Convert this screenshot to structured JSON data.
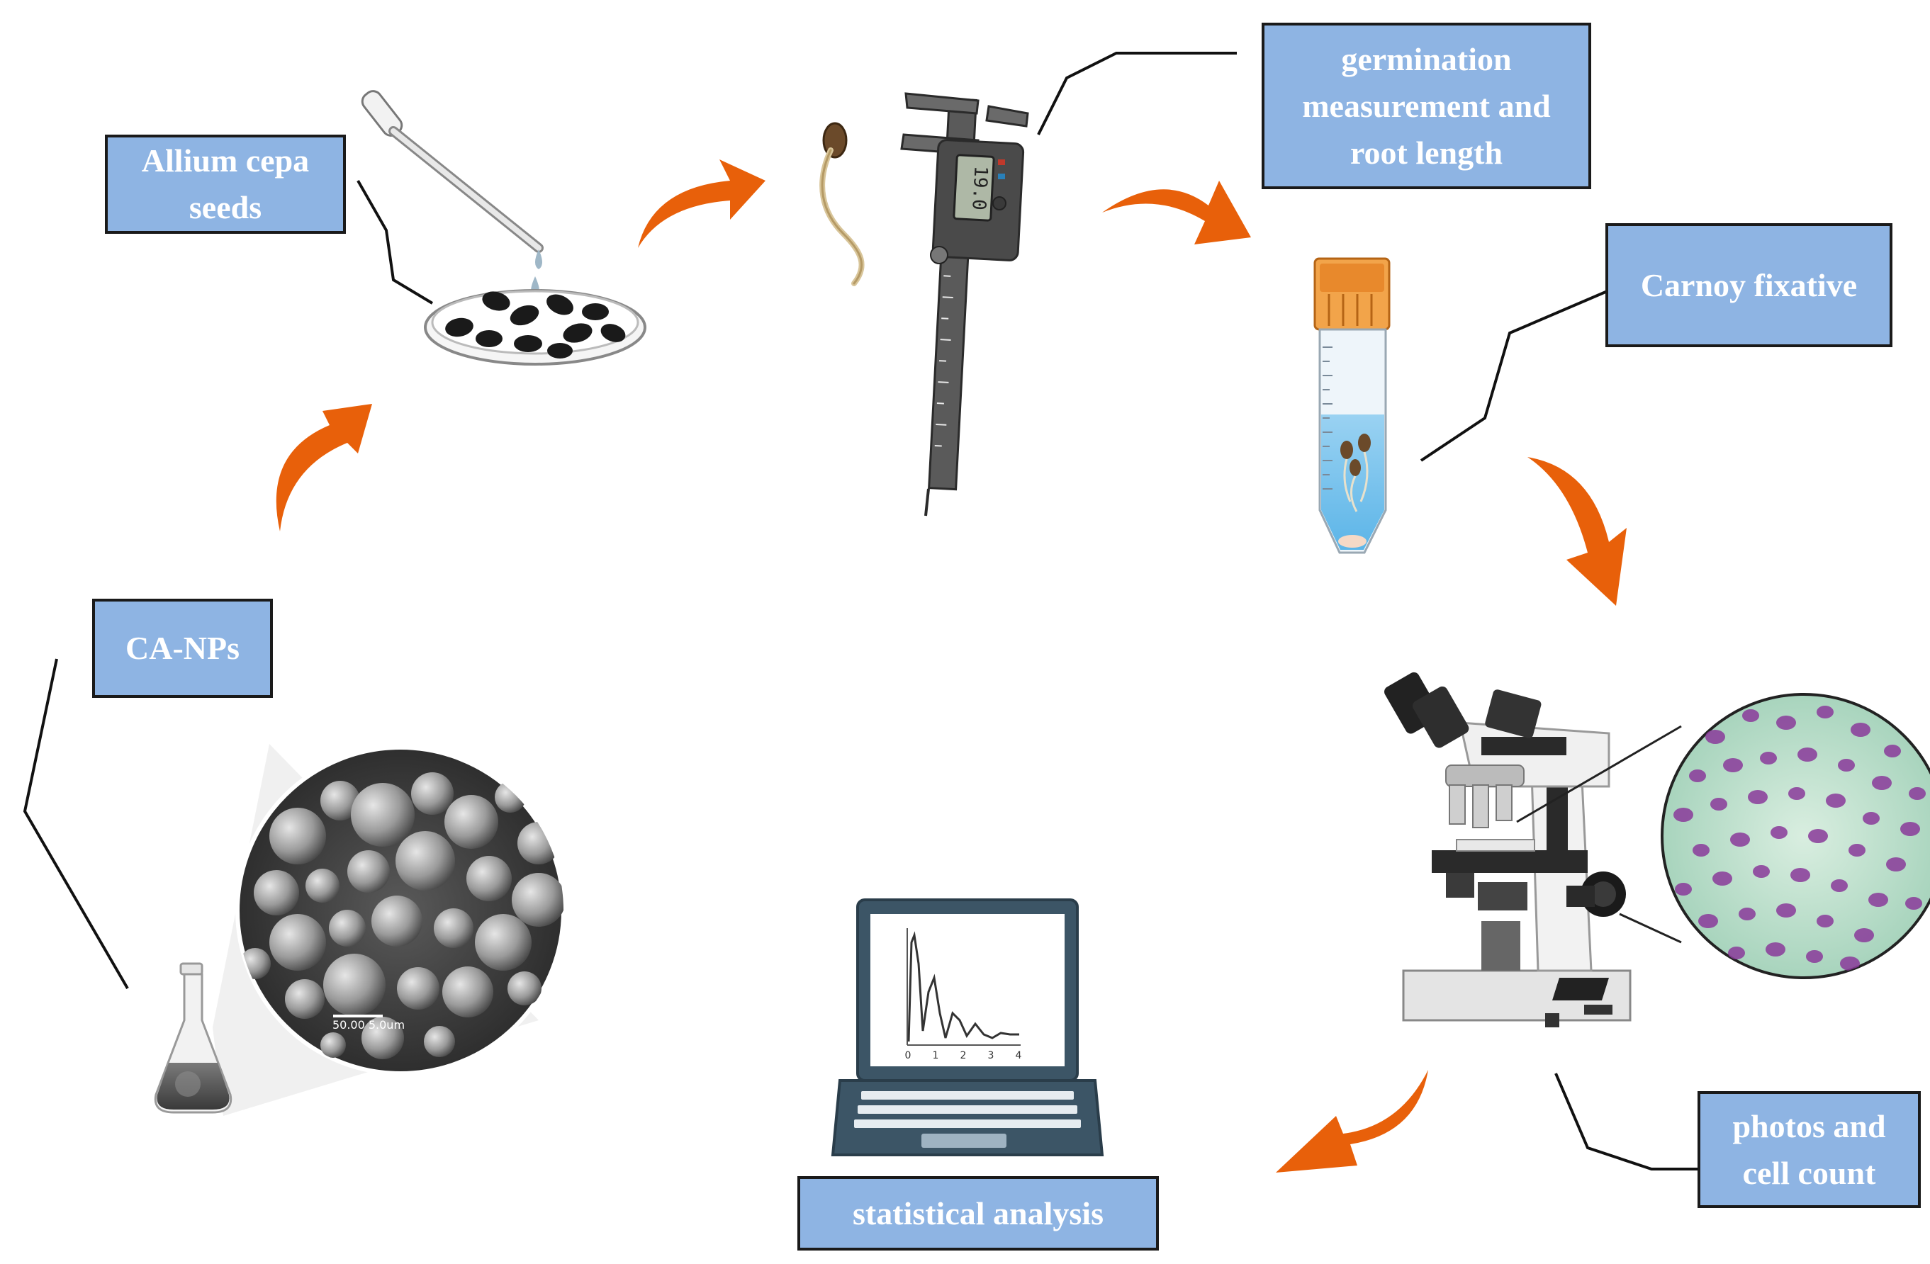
{
  "labels": {
    "allium": "Allium cepa seeds",
    "germination": "germination measurement and root length",
    "carnoy": "Carnoy fixative",
    "canps": "CA-NPs",
    "photos": "photos and cell count",
    "statistical": "statistical analysis"
  },
  "caliper_reading": "19.0",
  "sem_scale_text": "50.00 5.0um",
  "laptop_axis_ticks": [
    "0",
    "1",
    "2",
    "3",
    "4"
  ],
  "colors": {
    "label_fill": "#8eb4e3",
    "label_border": "#1a1a1a",
    "arrow": "#e8600a",
    "connector": "#111111"
  },
  "icons": [
    "petri-dish-icon",
    "pipette-icon",
    "seedling-icon",
    "caliper-icon",
    "falcon-tube-icon",
    "microscope-icon",
    "cell-magnifier-icon",
    "laptop-icon",
    "flask-icon",
    "sem-magnifier-icon"
  ]
}
